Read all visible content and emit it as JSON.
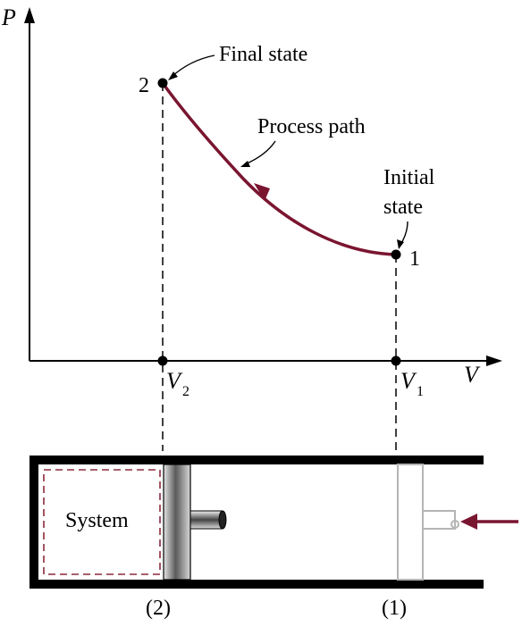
{
  "axes": {
    "y_label": "P",
    "x_label": "V"
  },
  "points": {
    "final": {
      "number": "2"
    },
    "initial": {
      "number": "1"
    }
  },
  "volumes": {
    "v2": {
      "main": "V",
      "sub": "2"
    },
    "v1": {
      "main": "V",
      "sub": "1"
    }
  },
  "annotations": {
    "final_state": "Final state",
    "process_path": "Process path",
    "initial_line1": "Initial",
    "initial_line2": "state"
  },
  "device": {
    "system_label": "System",
    "position_2": "(2)",
    "position_1": "(1)"
  },
  "colors": {
    "path": "#7a1530",
    "system_border": "#8c2a3c",
    "piston_ghost": "#b5b5b5",
    "wall": "#000000"
  }
}
